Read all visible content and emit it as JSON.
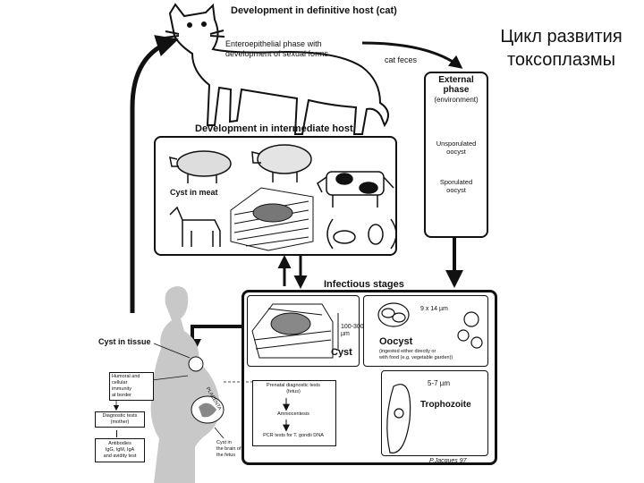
{
  "slide_title_line1": "Цикл развития",
  "slide_title_line2": "токсоплазмы",
  "definitive_host": {
    "title": "Development in definitive host (cat)",
    "phase_line1": "Enteroepithelial phase with",
    "phase_line2": "development of sexual forms",
    "cat_feces": "cat feces"
  },
  "external_phase": {
    "title_line1": "External",
    "title_line2": "phase",
    "subtitle": "(environment)",
    "unsporulated_line1": "Unsporulated",
    "unsporulated_line2": "oocyst",
    "sporulated_line1": "Sporulated",
    "sporulated_line2": "oocyst"
  },
  "intermediate_host": {
    "title": "Development in intermediate host",
    "cyst_in_meat": "Cyst in meat"
  },
  "infectious_stages": {
    "title": "Infectious stages",
    "cyst_size_line1": "100-300",
    "cyst_size_line2": "µm",
    "cyst_label": "Cyst",
    "oocyst_size": "9 x 14 µm",
    "oocyst_label": "Oocyst",
    "oocyst_note_line1": "(ingested either directly or",
    "oocyst_note_line2": "with food (e.g. vegetable garden))",
    "tropho_size": "5-7 µm",
    "tropho_label": "Trophozoite"
  },
  "human": {
    "cyst_in_tissue": "Cyst in tissue",
    "immunity_line1": "Humoral and",
    "immunity_line2": "cellular",
    "immunity_line3": "immunity",
    "immunity_line4": "at border",
    "diag_line1": "Diagnostic tests",
    "diag_line2": "(mother)",
    "antibody_line1": "Antibodies",
    "antibody_line2": "IgG, IgM, IgA",
    "antibody_line3": "and avidity test",
    "fetus_line1": "Cyst in",
    "fetus_line2": "the brain of",
    "fetus_line3": "the fetus",
    "placenta": "PLACENTA",
    "prenatal_line1": "Prenatal diagnostic tests",
    "prenatal_line2": "(fetus)",
    "amniocentesis": "Amniocentesis",
    "pcr": "PCR tests for T. gondii DNA"
  },
  "signature": "P.Jacques 97"
}
